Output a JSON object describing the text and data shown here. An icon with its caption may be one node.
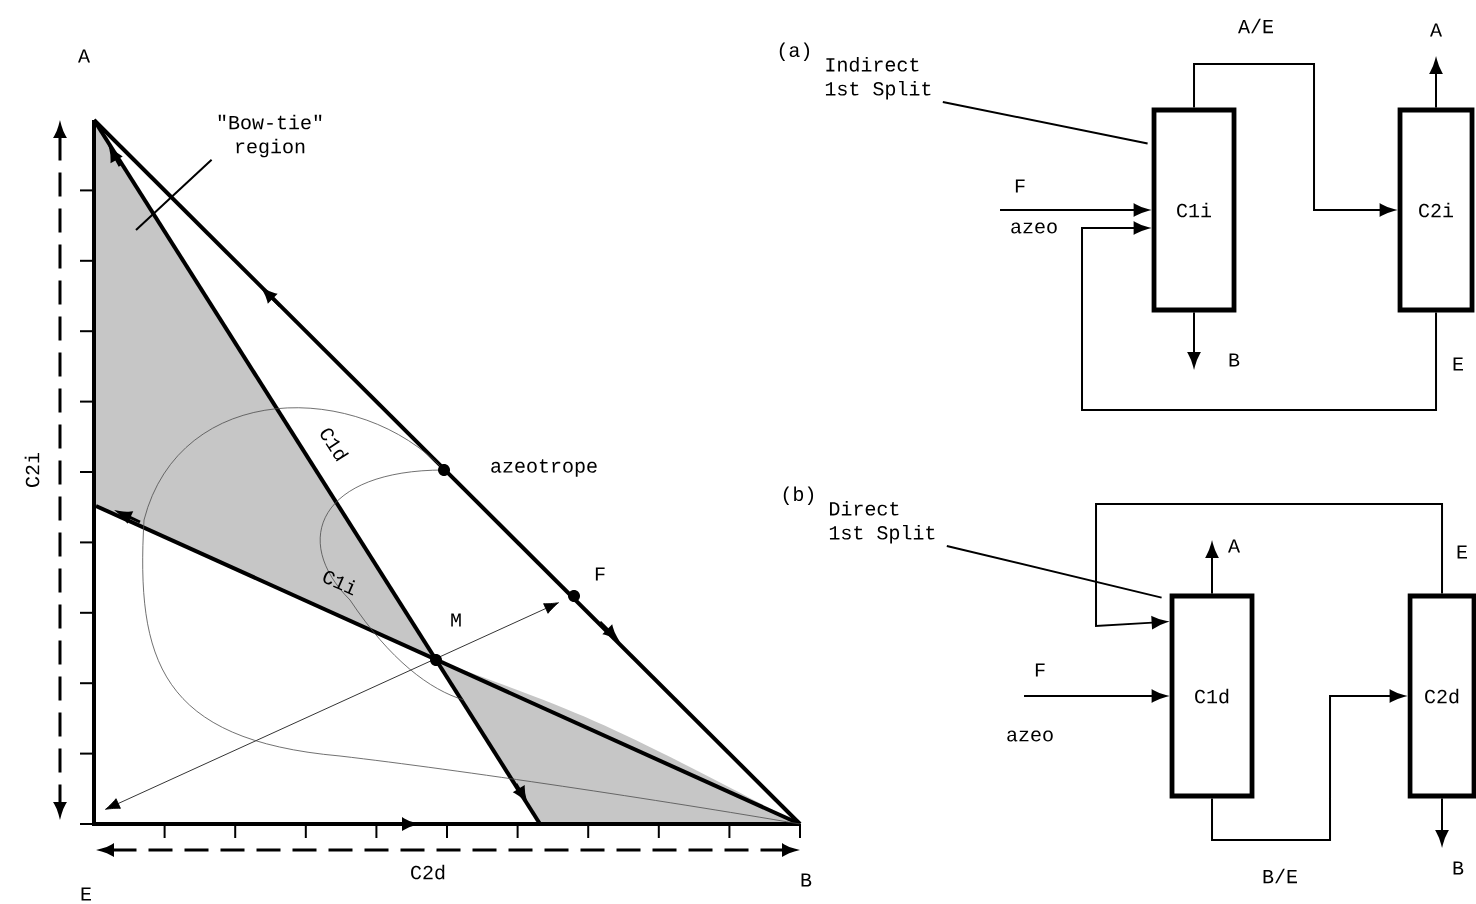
{
  "diagram": {
    "nodes": [
      {
        "text": [
          "\"Bow-tie\" region"
        ]
      },
      {
        "text": [
          "(a)",
          "Indirect 1st Split"
        ]
      },
      {
        "text": [
          "C1i"
        ]
      },
      {
        "text": [
          "C2i"
        ]
      },
      {
        "text": [
          "(b)",
          "Direct 1st Split"
        ]
      },
      {
        "text": [
          "C1d"
        ]
      },
      {
        "text": [
          "C2d"
        ]
      }
    ],
    "edges": [
      {
        "from": 0,
        "to": null,
        "arrow": "none"
      },
      {
        "from": 1,
        "to": 2,
        "arrow": "none"
      },
      {
        "from": null,
        "to": 2,
        "arrow": "to",
        "label": "F"
      },
      {
        "from": 2,
        "to": 3,
        "arrow": "to",
        "label": "A/E"
      },
      {
        "from": 2,
        "to": null,
        "arrow": "to",
        "label": "B"
      },
      {
        "from": 3,
        "to": null,
        "arrow": "to",
        "label": "A"
      },
      {
        "from": 3,
        "to": 2,
        "arrow": "to",
        "label": "E"
      },
      {
        "from": 4,
        "to": 5,
        "arrow": "none"
      },
      {
        "from": null,
        "to": 5,
        "arrow": "to",
        "label": "F"
      },
      {
        "from": 5,
        "to": null,
        "arrow": "to",
        "label": "A"
      },
      {
        "from": 5,
        "to": 6,
        "arrow": "to",
        "label": "B/E"
      },
      {
        "from": 6,
        "to": null,
        "arrow": "to",
        "label": "B"
      },
      {
        "from": 6,
        "to": 5,
        "arrow": "to",
        "label": "E"
      }
    ],
    "labels": [
      "A",
      "C2i",
      "C1d",
      "azeotrope",
      "F",
      "M",
      "C1i",
      "E",
      "C2d",
      "B",
      "azeo",
      "azeo"
    ]
  }
}
